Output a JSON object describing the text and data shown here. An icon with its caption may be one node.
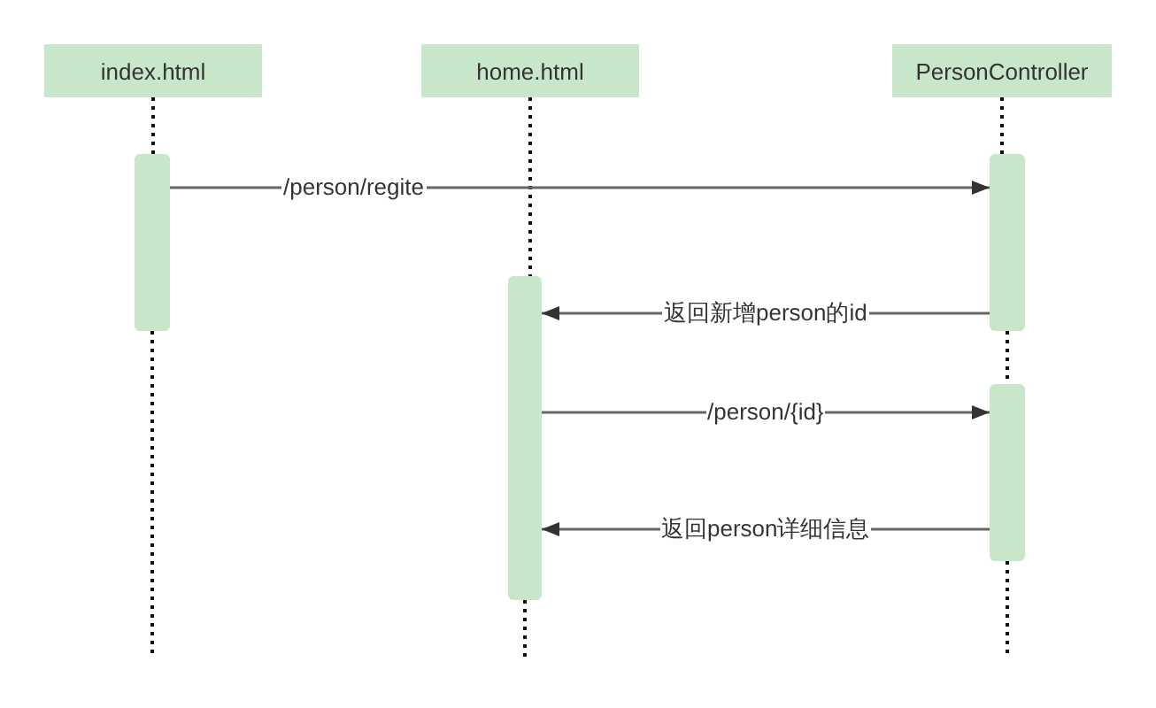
{
  "diagram": {
    "nodes": [
      {
        "text": [
          "index.html"
        ]
      },
      {
        "text": [
          "home.html"
        ]
      },
      {
        "text": [
          "PersonController"
        ]
      },
      {
        "text": [],
        "shape": "bar"
      },
      {
        "text": [],
        "shape": "bar"
      },
      {
        "text": [],
        "shape": "bar"
      },
      {
        "text": [],
        "shape": "bar"
      }
    ],
    "edges": [
      {
        "from": 0,
        "to": 3,
        "arrow": "none",
        "style": "dashed"
      },
      {
        "from": 3,
        "to": null,
        "arrow": "none",
        "style": "dashed"
      },
      {
        "from": 1,
        "to": 4,
        "arrow": "none",
        "style": "dashed"
      },
      {
        "from": 4,
        "to": null,
        "arrow": "none",
        "style": "dashed"
      },
      {
        "from": 2,
        "to": 5,
        "arrow": "none",
        "style": "dashed"
      },
      {
        "from": 5,
        "to": 6,
        "arrow": "none",
        "style": "dashed"
      },
      {
        "from": 6,
        "to": null,
        "arrow": "none",
        "style": "dashed"
      },
      {
        "from": 3,
        "to": 5,
        "arrow": "to",
        "label": "/person/regite"
      },
      {
        "from": 5,
        "to": 4,
        "arrow": "to",
        "label": "返回新增person的id"
      },
      {
        "from": 4,
        "to": 6,
        "arrow": "to",
        "label": "/person/{id}"
      },
      {
        "from": 6,
        "to": 4,
        "arrow": "to",
        "label": "返回person详细信息"
      }
    ]
  }
}
